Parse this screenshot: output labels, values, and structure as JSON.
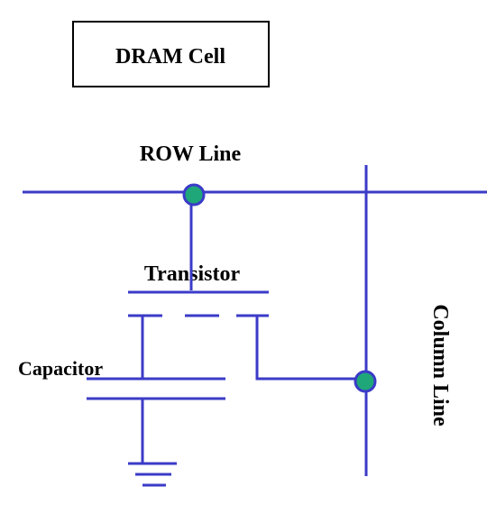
{
  "title": "DRAM Cell",
  "labels": {
    "row_line": "ROW Line",
    "column_line": "Column Line",
    "transistor": "Transistor",
    "capacitor": "Capacitor"
  },
  "colors": {
    "wire": "#3b3bc8",
    "junction_fill": "#1fa77a",
    "text": "#000000",
    "title_border": "#000000"
  }
}
